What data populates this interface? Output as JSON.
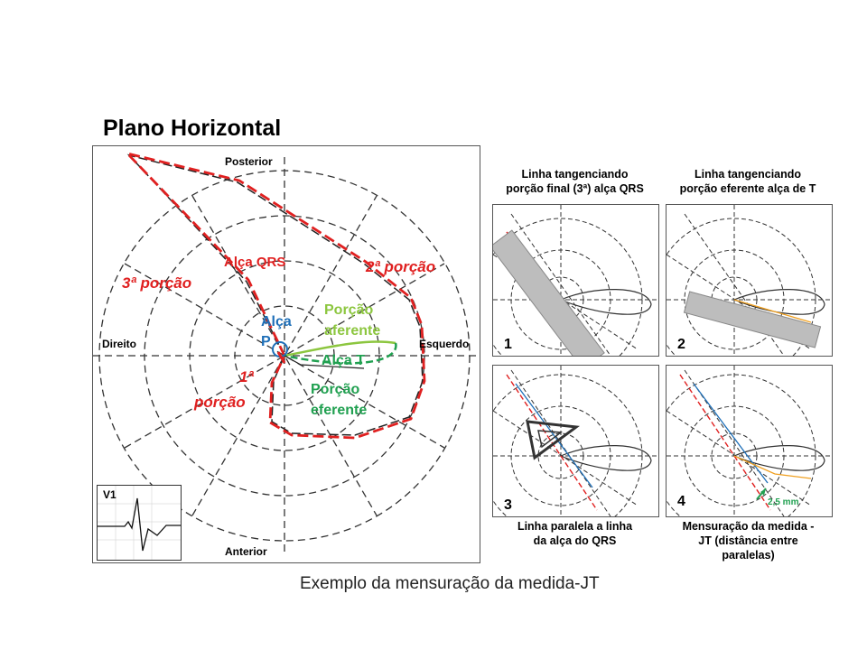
{
  "title": "Plano Horizontal",
  "main": {
    "posterior": "Posterior",
    "anterior": "Anterior",
    "direito": "Direito",
    "esquerdo": "Esquerdo",
    "alca_qrs": "Alça QRS",
    "porcao3": "3ª porção",
    "porcao2": "2ª porção",
    "porcao1_a": "1ª",
    "porcao1_b": "porção",
    "alca_p_a": "Alça",
    "alca_p_b": "P",
    "porcao_aferente_a": "Porção",
    "porcao_aferente_b": "aferente",
    "alca_t": "Alça T",
    "porcao_eferente_a": "Porção",
    "porcao_eferente_b": "eferente",
    "v1": "V1"
  },
  "panels": [
    {
      "num": "1",
      "caption_a": "Linha tangenciando",
      "caption_b": "porção final (3ª) alça QRS"
    },
    {
      "num": "2",
      "caption_a": "Linha tangenciando",
      "caption_b": "porção eferente alça de T"
    },
    {
      "num": "3",
      "caption_a": "Linha paralela a linha",
      "caption_b": "da alça do QRS"
    },
    {
      "num": "4",
      "caption_a": "Mensuração da medida -",
      "caption_b": "JT (distância entre",
      "caption_c": "paralelas)",
      "measure": "2,5 mm"
    }
  ],
  "caption": "Exemplo da mensuração da medida-JT",
  "colors": {
    "qrs": "#e02020",
    "p": "#1e6fb8",
    "t_afferent": "#8cc63f",
    "t_efferent": "#20a050"
  }
}
